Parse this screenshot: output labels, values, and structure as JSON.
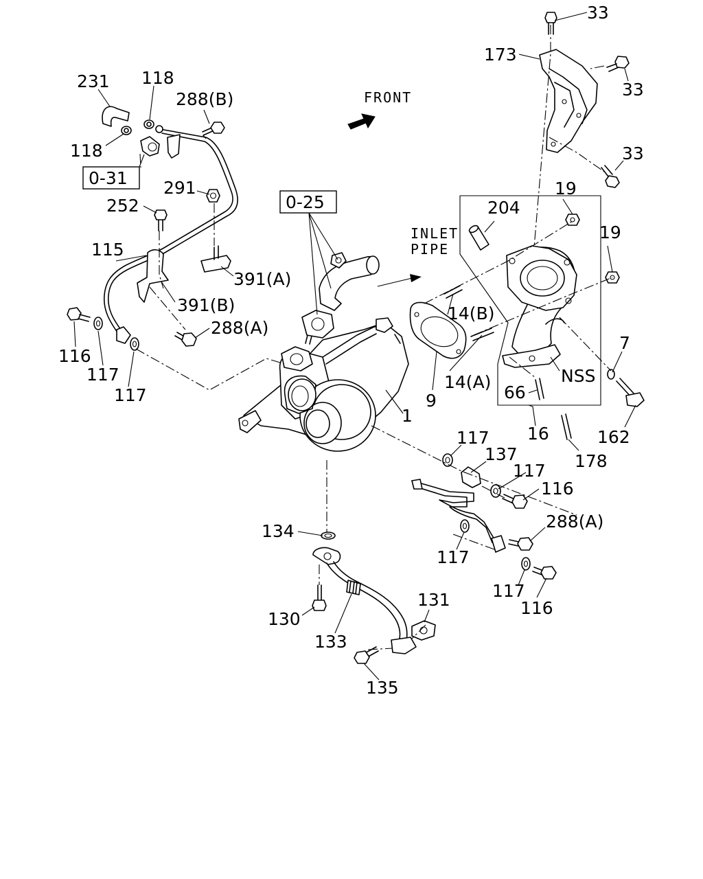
{
  "diagram": {
    "direction": {
      "front_label": "FRONT",
      "inlet_line1": "INLET",
      "inlet_line2": "PIPE"
    },
    "refs": {
      "r031": "0-31",
      "r025": "0-25"
    },
    "callouts": {
      "c231": "231",
      "c118a": "118",
      "c118b": "118",
      "c288b": "288(B)",
      "c291": "291",
      "c252": "252",
      "c115": "115",
      "c391a": "391(A)",
      "c391b": "391(B)",
      "c288a1": "288(A)",
      "c116a": "116",
      "c117a": "117",
      "c117b": "117",
      "c33a": "33",
      "c173": "173",
      "c33b": "33",
      "c33c": "33",
      "c19a": "19",
      "c204": "204",
      "c19b": "19",
      "c14b": "14(B)",
      "c14a": "14(A)",
      "c9": "9",
      "c7": "7",
      "cnss": "NSS",
      "c66": "66",
      "c162": "162",
      "c16": "16",
      "c1": "1",
      "c178": "178",
      "c117c": "117",
      "c137": "137",
      "c117d": "117",
      "c116b": "116",
      "c288a2": "288(A)",
      "c117e": "117",
      "c117f": "117",
      "c116c": "116",
      "c134": "134",
      "c130": "130",
      "c133": "133",
      "c131": "131",
      "c135": "135"
    }
  }
}
